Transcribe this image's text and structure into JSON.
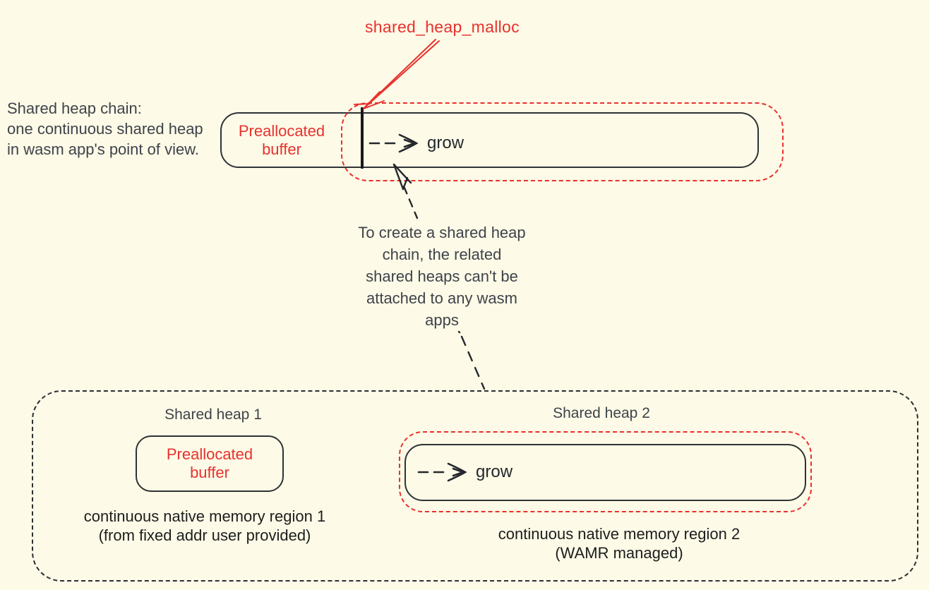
{
  "colors": {
    "background": "#fdfae7",
    "red": "#e8312e",
    "stroke_dark": "#2f3337",
    "text_hand": "#3f434a",
    "text_print": "#1d1d1d"
  },
  "top": {
    "malloc_label": "shared_heap_malloc",
    "intro_text": "Shared heap chain:\none continuous shared heap\nin wasm app's point of view.",
    "preallocated_label": "Preallocated\nbuffer",
    "grow_label": "grow"
  },
  "note": {
    "text": "To create a shared heap\nchain, the related\nshared heaps can't be\nattached to any wasm\napps"
  },
  "bottom": {
    "heap1": {
      "title": "Shared heap 1",
      "box_label": "Preallocated\nbuffer",
      "caption": "continuous native memory region 1\n(from fixed addr user provided)"
    },
    "heap2": {
      "title": "Shared heap 2",
      "grow_label": "grow",
      "caption": "continuous native memory region 2\n(WAMR managed)"
    }
  }
}
